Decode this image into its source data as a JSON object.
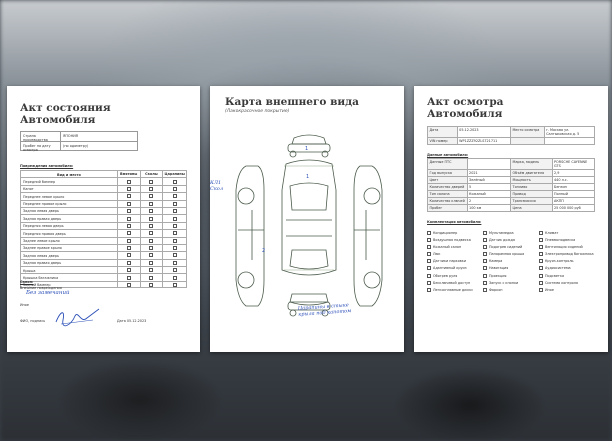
{
  "sheet1": {
    "title_line1": "Акт состояния",
    "title_line2": "Автомобиля",
    "info": [
      {
        "k": "Страна производства",
        "v": "ЯПОНИЯ"
      },
      {
        "k": "Пробег на дату осмотра",
        "v": "(по одометру)"
      }
    ],
    "section_title": "Повреждения автомобиля:",
    "table_header": [
      "Вид и место",
      "Вмятины",
      "Сколы",
      "Царапины"
    ],
    "rows": [
      "Передний бампер",
      "Капот",
      "Переднее левое крыло",
      "Переднее правое крыло",
      "Задняя левая дверь",
      "Задняя правая дверь",
      "Передняя левая дверь",
      "Передняя правая дверь",
      "Заднее левое крыло",
      "Заднее правое крыло",
      "Задняя левая дверь",
      "Задняя правая дверь",
      "Крыша",
      "Крышка багажника",
      "Задний бампер"
    ],
    "sign_title": "Салон:",
    "sign_line1": "Внешние повреждения",
    "sign_hand1": "Без замечаний",
    "sign_line2": "Иное",
    "sign_line3": "ФИО, подпись",
    "date_label": "Дата 05.12.2023"
  },
  "sheet2": {
    "title": "Карта внешнего вида",
    "subtitle": "(Лакокрасочное покрытие)",
    "note_left": "КЛ1 Скол",
    "note_bottom_line1": "Царапины в стыке",
    "note_bottom_line2": "крыла под капотом"
  },
  "sheet3": {
    "title_line1": "Акт осмотра",
    "title_line2": "Автомобиля",
    "head_rows": [
      [
        "Дата",
        "05.12.2023",
        "Место осмотра",
        "г. Москва ул. Салтыковская д. 5"
      ],
      [
        "VIN номер",
        "WP1ZZZ92ZLS721711",
        "",
        ""
      ]
    ],
    "car_section": "Данные автомобиля:",
    "car_rows": [
      [
        "Данные ПТС",
        "",
        "Марка, модель",
        "PORSCHE CAYENNE GTS"
      ],
      [
        "Год выпуска",
        "2021",
        "Объём двигателя",
        "2,9"
      ],
      [
        "Цвет",
        "Зелёный",
        "Мощность",
        "440 л.с."
      ],
      [
        "Количество дверей",
        "5",
        "Топливо",
        "Бензин"
      ],
      [
        "Тип салона",
        "Кожаный",
        "Привод",
        "Полный"
      ],
      [
        "Количество ключей",
        "2",
        "Трансмиссия",
        "АКПП"
      ],
      [
        "Пробег",
        "100 км",
        "Цена",
        "25 000 000 руб"
      ]
    ],
    "equip_section": "Комплектация автомобиля:",
    "equip": [
      "Кондиционер",
      "Мультимедиа",
      "Климат",
      "Воздушная подвеска",
      "Датчик дождя",
      "Пневмоподвеска",
      "Кожаный салон",
      "Подогрев сидений",
      "Вентиляция сидений",
      "Люк",
      "Панорамная крыша",
      "Электропривод багажника",
      "Датчики парковки",
      "Камера",
      "Круиз-контроль",
      "Адаптивный круиз",
      "Навигация",
      "Аудиосистема",
      "Обогрев руля",
      "Проекция",
      "Подсветка",
      "Бесключевой доступ",
      "Запуск с кнопки",
      "Система контроля",
      "Легкосплавные диски",
      "Фаркоп",
      "Иное"
    ]
  }
}
